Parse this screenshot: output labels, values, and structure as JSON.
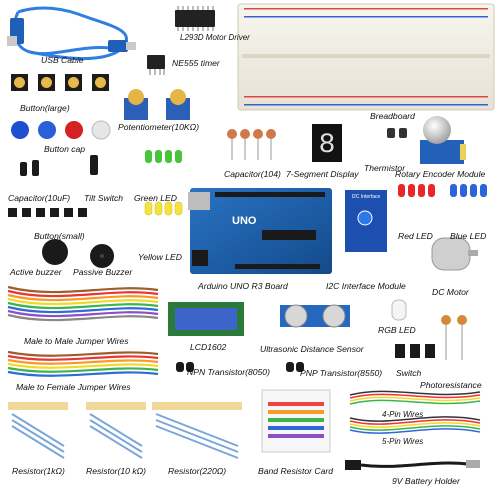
{
  "labels": {
    "usb_cable": "USB Cable",
    "l293d": "L293D Motor Driver",
    "ne555": "NE555 timer",
    "button_large": "Button(large)",
    "button_cap": "Button cap",
    "potentiometer": "Potentiometer(10KΩ)",
    "capacitor_104": "Capacitor(104)",
    "seven_segment": "7-Segment Display",
    "breadboard": "Breadboard",
    "thermistor": "Thermistor",
    "rotary_encoder": "Rotary Encoder Module",
    "capacitor_10uf": "Capacitor(10uF)",
    "tilt_switch": "Tilt Switch",
    "green_led": "Green LED",
    "button_small": "Button(small)",
    "red_led": "Red LED",
    "blue_led": "Blue LED",
    "yellow_led": "Yellow LED",
    "active_buzzer": "Active buzzer",
    "passive_buzzer": "Passive Buzzer",
    "arduino_uno": "Arduino UNO R3 Board",
    "i2c_module": "I2C Interface Module",
    "dc_motor": "DC Motor",
    "mm_jumper": "Male to Male Jumper Wires",
    "lcd1602": "LCD1602",
    "ultrasonic": "Ultrasonic Distance Sensor",
    "rgb_led": "RGB LED",
    "mf_jumper": "Male to Female Jumper Wires",
    "npn": "NPN Transistor(8050)",
    "pnp": "PNP Transistor(8550)",
    "switch": "Switch",
    "photoresistance": "Photoresistance",
    "pin4": "4-Pin Wires",
    "pin5": "5-Pin Wires",
    "res_1k": "Resistor(1kΩ)",
    "res_10k": "Resistor(10 kΩ)",
    "res_220": "Resistor(220Ω)",
    "band_card": "Band Resistor Card",
    "battery_holder": "9V Battery Holder"
  },
  "board_text": {
    "uno": "UNO",
    "lcd_chars": "",
    "i2c_title": "I2C Interface",
    "segment_digit": "8"
  },
  "colors": {
    "arduino_blue": "#1d5fa8",
    "led_red": "#e8272b",
    "led_green": "#49c43a",
    "led_blue": "#2c64d9",
    "led_yellow": "#f4e33c",
    "usb_blue": "#2f7fe0",
    "breadboard": "#f2efe6"
  }
}
